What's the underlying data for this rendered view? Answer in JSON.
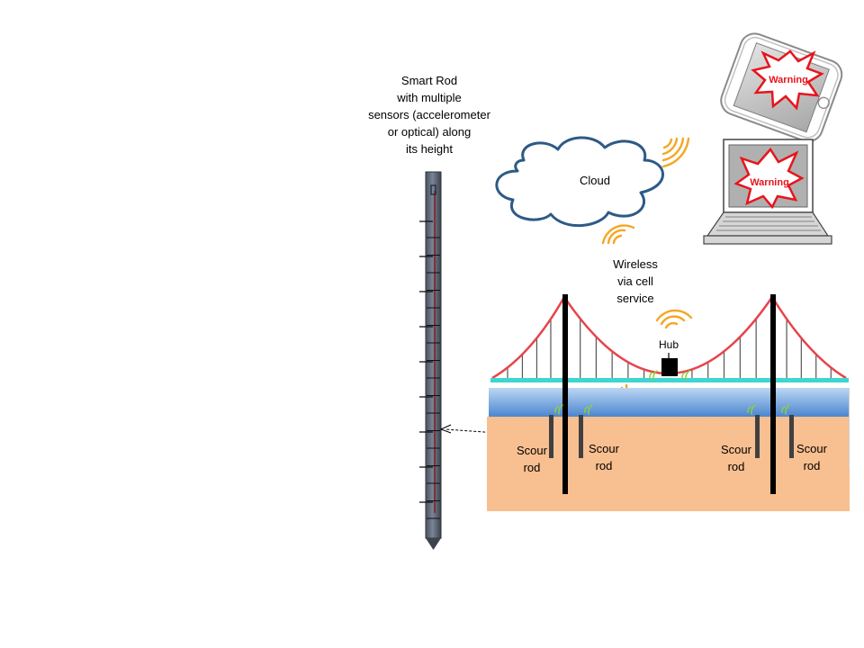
{
  "smart_rod": {
    "caption": [
      "Smart Rod",
      "with multiple",
      "sensors (accelerometer",
      "or optical) along",
      "its height"
    ],
    "sensor_count": 9
  },
  "cloud": {
    "label": "Cloud"
  },
  "wireless": {
    "label": [
      "Wireless",
      "via cell",
      "service"
    ]
  },
  "hub": {
    "label": "Hub"
  },
  "scour_rods": [
    {
      "label": [
        "Scour",
        "rod"
      ]
    },
    {
      "label": [
        "Scour",
        "rod"
      ]
    },
    {
      "label": [
        "Scour",
        "rod"
      ]
    },
    {
      "label": [
        "Scour",
        "rod"
      ]
    }
  ],
  "devices": {
    "phone_alert": "Warning",
    "laptop_alert": "Warning"
  },
  "colors": {
    "cable": "#e8434b",
    "water": "#5b96d8",
    "soil": "#f8bf90",
    "deck": "#3ed6d0",
    "signal": "#f5a623",
    "cloud_outline": "#2e5a86",
    "warning": "#e8141c"
  }
}
